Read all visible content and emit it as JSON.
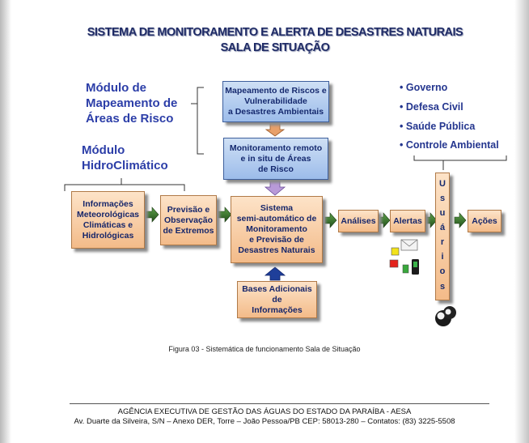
{
  "title_line1": "SISTEMA DE MONITORAMENTO  E ALERTA DE DESASTRES NATURAIS",
  "title_line2": "SALA DE SITUAÇÃO",
  "module_risk": [
    "Módulo de",
    "Mapeamento de",
    "Áreas de Risco"
  ],
  "module_hydro": [
    "Módulo",
    "HidroClimático"
  ],
  "boxes": {
    "mapeamento": [
      "Mapeamento de Riscos e",
      "Vulnerabilidade",
      "a Desastres Ambientais"
    ],
    "monitoramento": [
      "Monitoramento remoto",
      "e  in situ de Áreas",
      "de Risco"
    ],
    "informacoes": [
      "Informações",
      "Meteorológicas",
      "Climáticas e",
      "Hidrológicas"
    ],
    "previsao": [
      "Previsão e",
      "Observação",
      "de Extremos"
    ],
    "sistema": [
      "Sistema",
      "semi-automático de",
      "Monitoramento",
      "e Previsão de",
      "Desastres Naturais"
    ],
    "bases": [
      "Bases Adicionais",
      "de",
      "Informações"
    ],
    "analises": "Análises",
    "alertas": "Alertas",
    "usuarios": [
      "U",
      "s",
      "u",
      "á",
      "r",
      "i",
      "o",
      "s"
    ],
    "acoes": "Ações"
  },
  "stakeholders": [
    "Governo",
    "Defesa Civil",
    "Saúde Pública",
    "Controle Ambiental"
  ],
  "caption": "Figura 03 - Sistemática de funcionamento Sala de Situação",
  "footer_line1": "AGÊNCIA EXECUTIVA DE GESTÃO DAS ÁGUAS DO ESTADO DA PARAÍBA - AESA",
  "footer_line2": "Av. Duarte da Silveira, S/N – Anexo DER, Torre – João Pessoa/PB CEP: 58013-280 – Contatos: (83) 3225-5508",
  "colors": {
    "title": "#1f2b66",
    "module": "#2c3ea8",
    "box_blue": "#b3cdf0",
    "box_tan": "#f6c89a",
    "arrow_green": "#2f6b24"
  }
}
